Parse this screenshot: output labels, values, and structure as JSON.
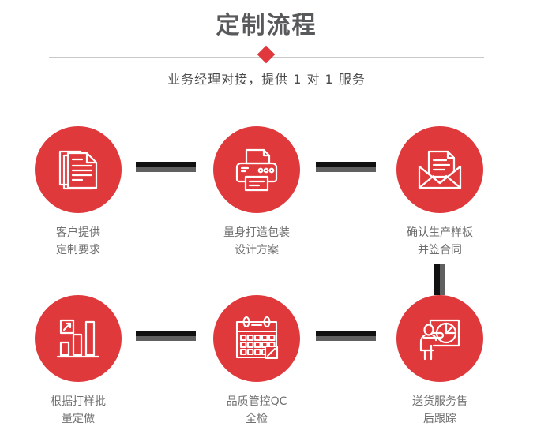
{
  "header": {
    "title": "定制流程",
    "subtitle": "业务经理对接，提供 1 对 1 服务",
    "divider_color": "#c9c9c9",
    "diamond_color": "#e0383c",
    "title_color": "#58595b",
    "subtitle_color": "#4b4b4b"
  },
  "theme": {
    "accent_red": "#e0393c",
    "connector_dark": "#111111",
    "connector_shadow": "#606060",
    "label_color": "#6f6f6f",
    "background": "#ffffff"
  },
  "steps": [
    {
      "index": 1,
      "icon": "documents-stack-icon",
      "label": "客户提供\n定制要求"
    },
    {
      "index": 2,
      "icon": "printer-icon",
      "label": "量身打造包装\n设计方案"
    },
    {
      "index": 3,
      "icon": "envelope-letter-icon",
      "label": "确认生产样板\n并签合同"
    },
    {
      "index": 4,
      "icon": "bar-chart-growth-icon",
      "label": "根据打样批\n量定做"
    },
    {
      "index": 5,
      "icon": "calendar-check-icon",
      "label": "品质管控QC\n全检"
    },
    {
      "index": 6,
      "icon": "presentation-pie-chart-icon",
      "label": "送货服务售\n后跟踪"
    }
  ],
  "connectors": [
    {
      "id": "conn-1-2",
      "orientation": "horizontal"
    },
    {
      "id": "conn-2-3",
      "orientation": "horizontal"
    },
    {
      "id": "conn-3-6",
      "orientation": "vertical"
    },
    {
      "id": "conn-4-5",
      "orientation": "horizontal"
    },
    {
      "id": "conn-5-6",
      "orientation": "horizontal"
    }
  ]
}
